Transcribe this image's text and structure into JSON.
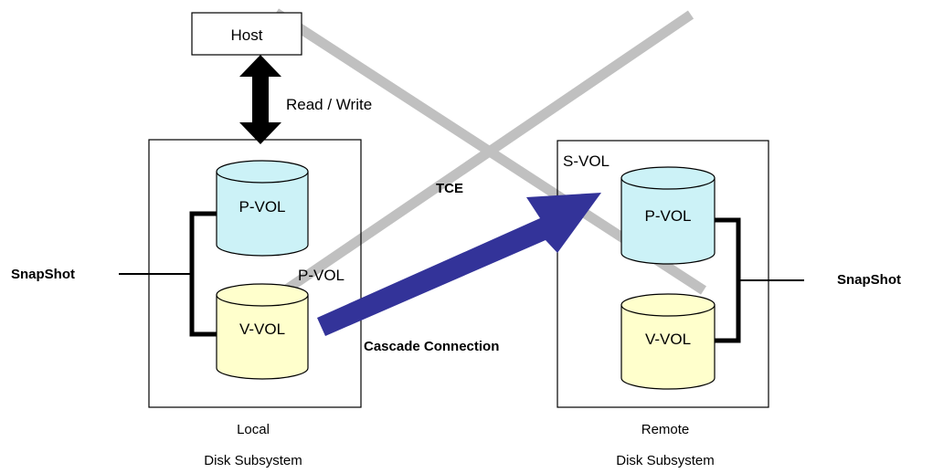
{
  "host": {
    "label": "Host"
  },
  "io": {
    "label": "Read / Write"
  },
  "tce": {
    "label": "TCE"
  },
  "cascade": {
    "label": "Cascade Connection"
  },
  "local": {
    "pvol": "P-VOL",
    "vvol": "V-VOL",
    "vvol_role": "P-VOL",
    "snapshot": "SnapShot",
    "caption_line1": "Local",
    "caption_line2": "Disk Subsystem"
  },
  "remote": {
    "svol": "S-VOL",
    "pvol": "P-VOL",
    "vvol": "V-VOL",
    "snapshot": "SnapShot",
    "caption_line1": "Remote",
    "caption_line2": "Disk Subsystem"
  },
  "colors": {
    "pvol_fill": "#ccf2f7",
    "vvol_fill": "#ffffcc",
    "cross_lines": "#c0c0c0",
    "cascade_arrow": "#333399",
    "outline": "#000000"
  }
}
